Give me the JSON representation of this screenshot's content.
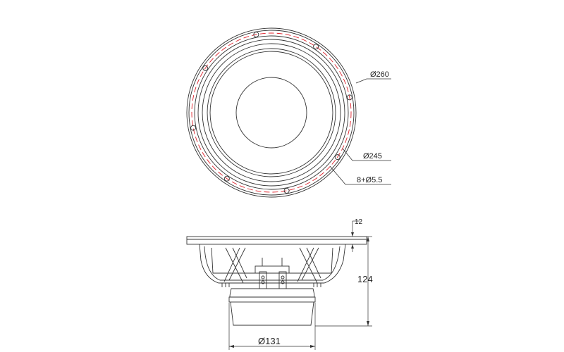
{
  "front_view": {
    "outer_diameter_label": "Ø260",
    "bolt_circle_label": "Ø245",
    "mounting_holes_label": "8+Ø5.5"
  },
  "side_view": {
    "flange_thickness_label": "12",
    "height_label": "124",
    "magnet_diameter_label": "Ø131"
  },
  "colors": {
    "line": "#333333",
    "bolt_circle": "#e0202a"
  }
}
